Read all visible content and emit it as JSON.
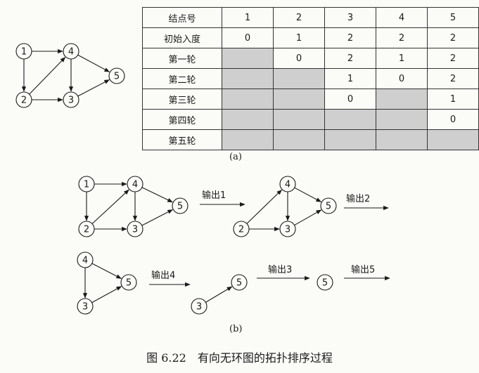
{
  "table": {
    "header": [
      "结点号",
      "1",
      "2",
      "3",
      "4",
      "5"
    ],
    "rows": [
      {
        "label": "初始入度",
        "cells": [
          "0",
          "1",
          "2",
          "2",
          "2"
        ],
        "shaded": [
          false,
          false,
          false,
          false,
          false
        ]
      },
      {
        "label": "第一轮",
        "cells": [
          "",
          "0",
          "2",
          "1",
          "2"
        ],
        "shaded": [
          true,
          false,
          false,
          false,
          false
        ]
      },
      {
        "label": "第二轮",
        "cells": [
          "",
          "",
          "1",
          "0",
          "2"
        ],
        "shaded": [
          true,
          true,
          false,
          false,
          false
        ]
      },
      {
        "label": "第三轮",
        "cells": [
          "",
          "",
          "0",
          "",
          "1"
        ],
        "shaded": [
          true,
          true,
          false,
          true,
          false
        ]
      },
      {
        "label": "第四轮",
        "cells": [
          "",
          "",
          "",
          "",
          "0"
        ],
        "shaded": [
          true,
          true,
          true,
          true,
          false
        ]
      },
      {
        "label": "第五轮",
        "cells": [
          "",
          "",
          "",
          "",
          ""
        ],
        "shaded": [
          true,
          true,
          true,
          true,
          true
        ]
      }
    ]
  },
  "labels": {
    "a": "(a)",
    "b": "(b)"
  },
  "caption": "图 6.22　有向无环图的拓扑排序过程",
  "steps": [
    "输出1",
    "输出2",
    "输出4",
    "输出3",
    "输出5"
  ],
  "graphs": {
    "g0": {
      "nodes": [
        "1",
        "2",
        "3",
        "4",
        "5"
      ]
    },
    "g1": {
      "nodes": [
        "1",
        "2",
        "3",
        "4",
        "5"
      ]
    },
    "g2": {
      "nodes": [
        "2",
        "3",
        "4",
        "5"
      ]
    },
    "g3": {
      "nodes": [
        "3",
        "4",
        "5"
      ]
    },
    "g4": {
      "nodes": [
        "3",
        "5"
      ]
    },
    "g5": {
      "nodes": [
        "5"
      ]
    }
  }
}
